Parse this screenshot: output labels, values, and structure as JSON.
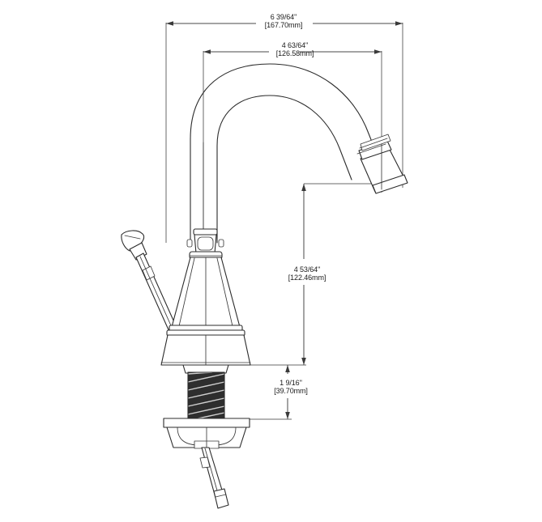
{
  "document": {
    "type": "technical-dimension-drawing",
    "subject": "single-handle-bathroom-faucet",
    "view": "side-elevation",
    "background_color": "#ffffff",
    "line_color": "#2b2b2b",
    "text_color": "#1a1a1a"
  },
  "dimensions": {
    "overall_spout_reach": {
      "id": "dim-overall-width",
      "imperial": "6 39/64''",
      "metric": "[167.70mm]",
      "orientation": "horizontal",
      "position": "top"
    },
    "spout_arc_width": {
      "id": "dim-arc-width",
      "imperial": "4 63/64''",
      "metric": "[126.58mm]",
      "orientation": "horizontal",
      "position": "upper"
    },
    "spout_height": {
      "id": "dim-spout-height",
      "imperial": "4 53/64''",
      "metric": "[122.46mm]",
      "orientation": "vertical",
      "position": "right-center"
    },
    "shank_length": {
      "id": "dim-shank-length",
      "imperial": "1 9/16''",
      "metric": "[39.70mm]",
      "orientation": "vertical",
      "position": "right-lower"
    }
  },
  "parts": [
    {
      "name": "spout-arch",
      "label": "gooseneck spout arch"
    },
    {
      "name": "spout-nozzle",
      "label": "angled spout nozzle with decorative bands"
    },
    {
      "name": "spout-column",
      "label": "vertical spout column"
    },
    {
      "name": "handle-lever",
      "label": "side lever handle"
    },
    {
      "name": "valve-cap",
      "label": "valve cap collar"
    },
    {
      "name": "body-bell",
      "label": "tapered bell body"
    },
    {
      "name": "base-collar",
      "label": "base escutcheon collar"
    },
    {
      "name": "threaded-shank",
      "label": "threaded mounting shank"
    },
    {
      "name": "mounting-nut",
      "label": "mounting nut and washer"
    },
    {
      "name": "supply-tube",
      "label": "flexible supply tube"
    }
  ]
}
